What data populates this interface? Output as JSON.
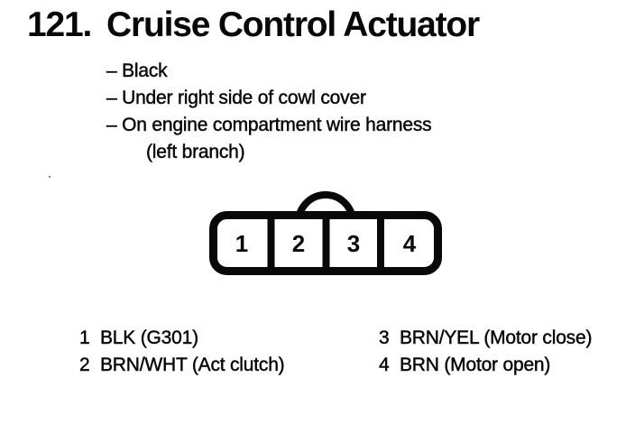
{
  "colors": {
    "paper": "#ffffff",
    "ink": "#080808"
  },
  "header": {
    "number": "121.",
    "title": "Cruise Control Actuator"
  },
  "notes": {
    "lines": [
      "– Black",
      "– Under right side of cowl cover",
      "– On engine compartment wire harness",
      "(left branch)"
    ]
  },
  "connector": {
    "pins": [
      "1",
      "2",
      "3",
      "4"
    ]
  },
  "legend": {
    "left": [
      {
        "pin": "1",
        "label": "BLK (G301)"
      },
      {
        "pin": "2",
        "label": "BRN/WHT (Act clutch)"
      }
    ],
    "right": [
      {
        "pin": "3",
        "label": "BRN/YEL (Motor close)"
      },
      {
        "pin": "4",
        "label": "BRN (Motor open)"
      }
    ]
  }
}
